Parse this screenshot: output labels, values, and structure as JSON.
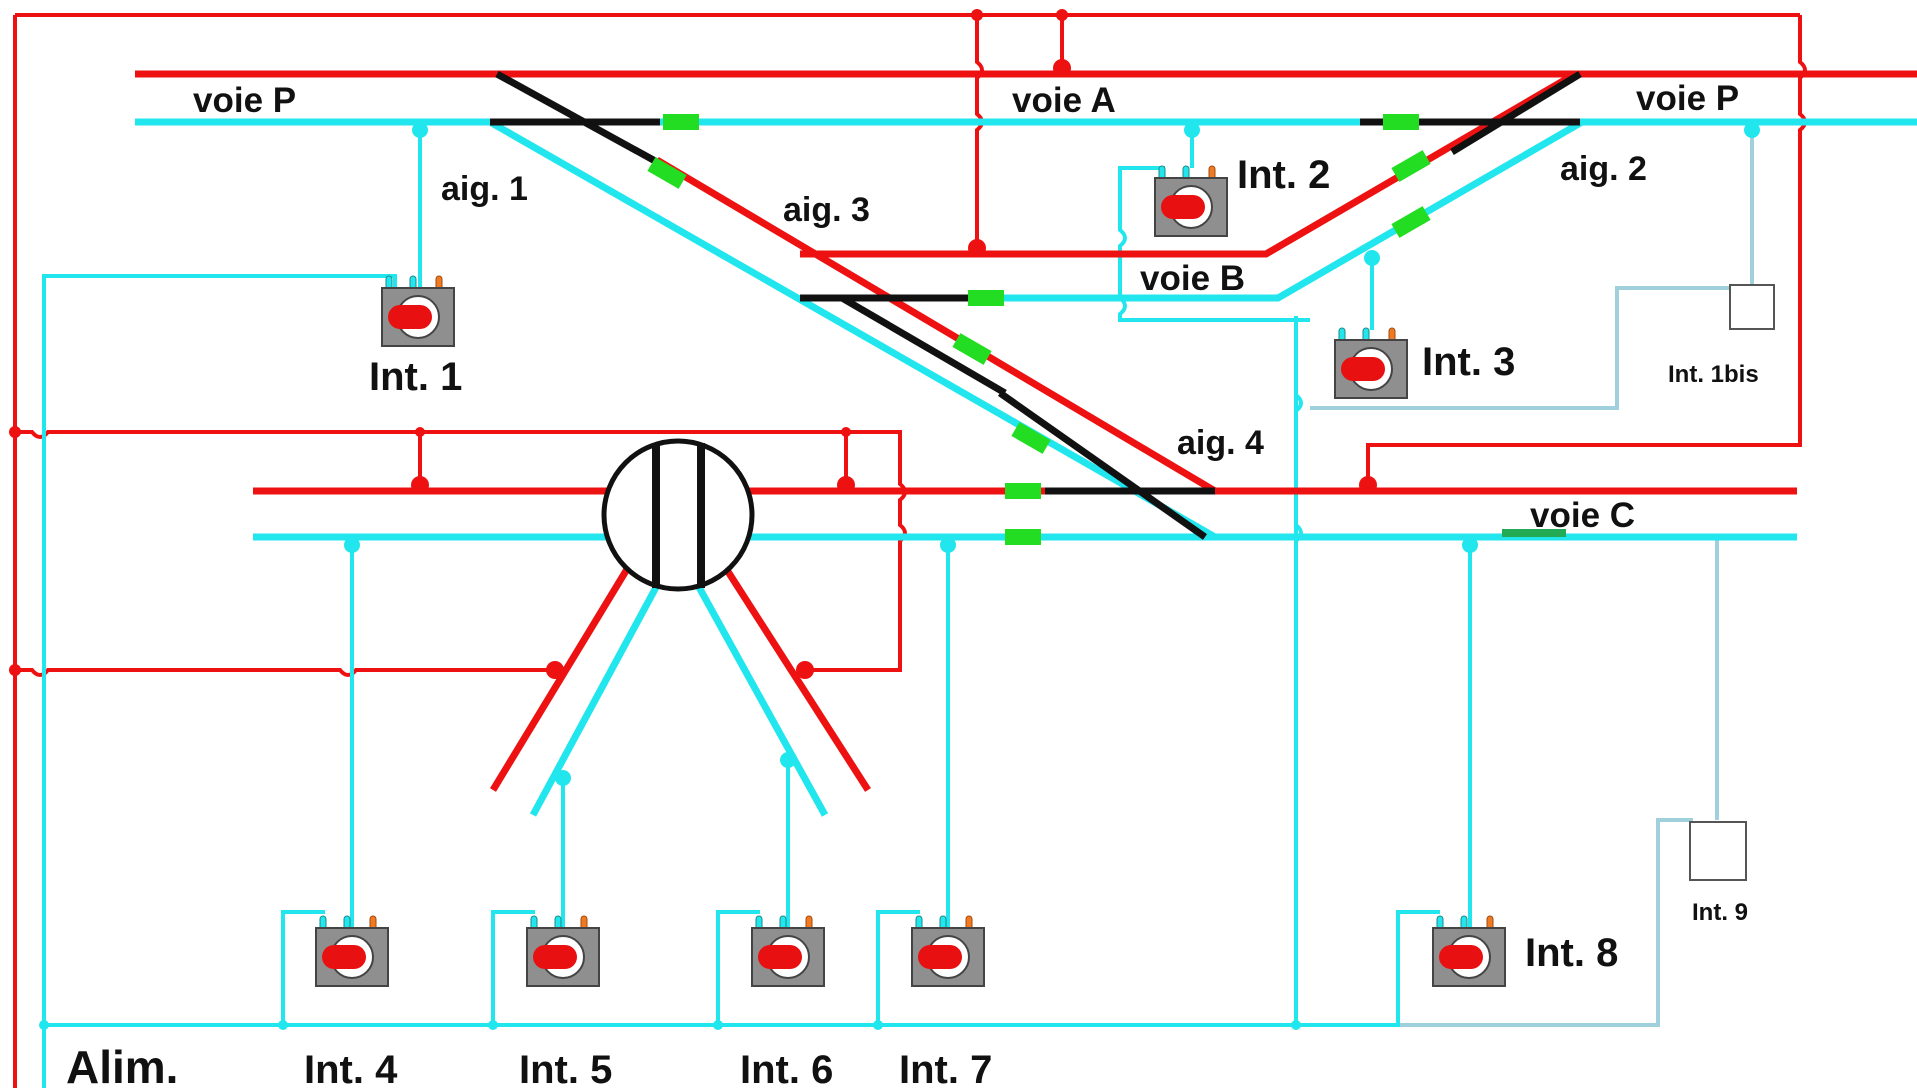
{
  "labels": {
    "voie_p_left": "voie P",
    "voie_a": "voie A",
    "voie_p_right": "voie P",
    "aig_1": "aig. 1",
    "aig_2": "aig. 2",
    "aig_3": "aig. 3",
    "aig_4": "aig. 4",
    "voie_b": "voie B",
    "voie_c": "voie C",
    "int_1": "Int. 1",
    "int_2": "Int. 2",
    "int_3": "Int. 3",
    "int_1bis": "Int. 1bis",
    "int_4": "Int. 4",
    "int_5": "Int. 5",
    "int_6": "Int. 6",
    "int_7": "Int. 7",
    "int_8": "Int. 8",
    "int_9": "Int. 9",
    "alim": "Alim."
  },
  "colors": {
    "rail_red": "#ee1111",
    "rail_cyan": "#22e6ee",
    "rail_black": "#111111",
    "insulator_green": "#22dd22",
    "wire_light_blue": "#9fd0dc",
    "switch_body": "#8f8f8f",
    "switch_lever": "#e81010",
    "switch_pin_orange": "#f07a22",
    "switch_pin_cyan": "#22e6ee"
  },
  "switch_icon": "toggle-switch-icon",
  "push_button_icon": "push-button-icon",
  "turntable_icon": "turntable-icon"
}
